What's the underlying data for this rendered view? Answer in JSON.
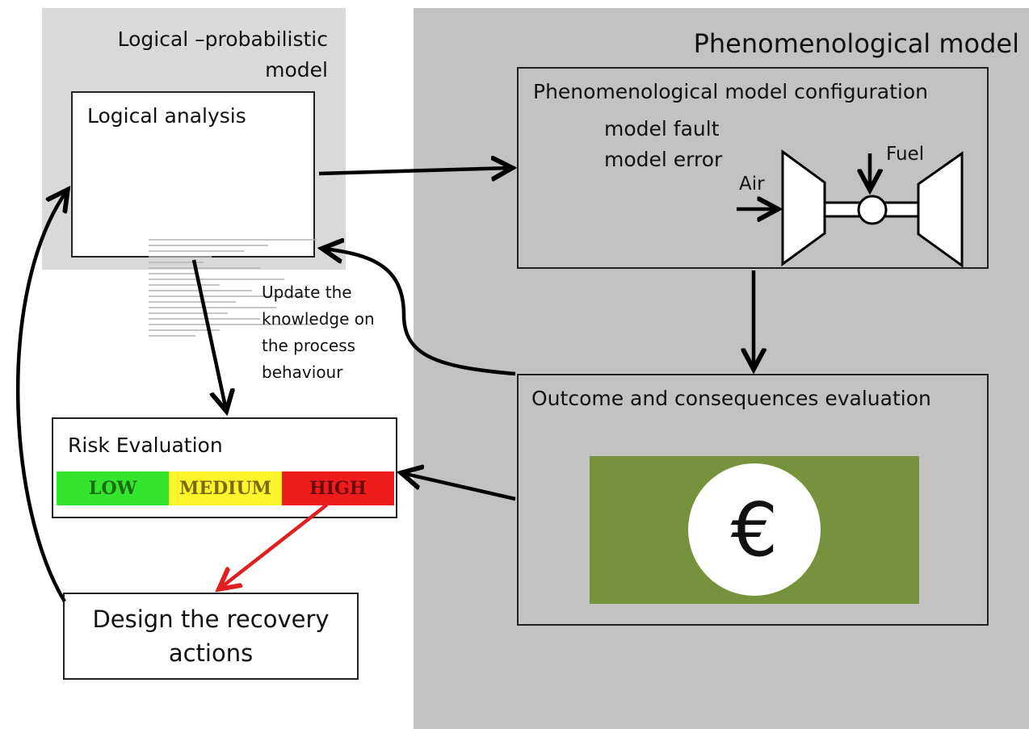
{
  "left_panel": {
    "title_line1": "Logical –probabilistic",
    "title_line2": "model"
  },
  "right_panel": {
    "title": "Phenomenological model"
  },
  "logical_analysis": {
    "title": "Logical analysis"
  },
  "configuration": {
    "title": "Phenomenological model configuration",
    "items": [
      "model fault",
      "model error"
    ],
    "air_label": "Air",
    "fuel_label": "Fuel"
  },
  "outcome": {
    "title": "Outcome and consequences evaluation",
    "currency_symbol": "€"
  },
  "risk": {
    "title": "Risk Evaluation",
    "levels": [
      "LOW",
      "MEDIUM",
      "HIGH"
    ],
    "colors": {
      "low": "#33e52d",
      "medium": "#fdf52c",
      "high": "#ee1c1c"
    }
  },
  "recovery": {
    "line1": "Design the recovery",
    "line2": "actions"
  },
  "update_note": {
    "lines": [
      "Update the",
      "knowledge on",
      "the process",
      "behaviour"
    ]
  }
}
